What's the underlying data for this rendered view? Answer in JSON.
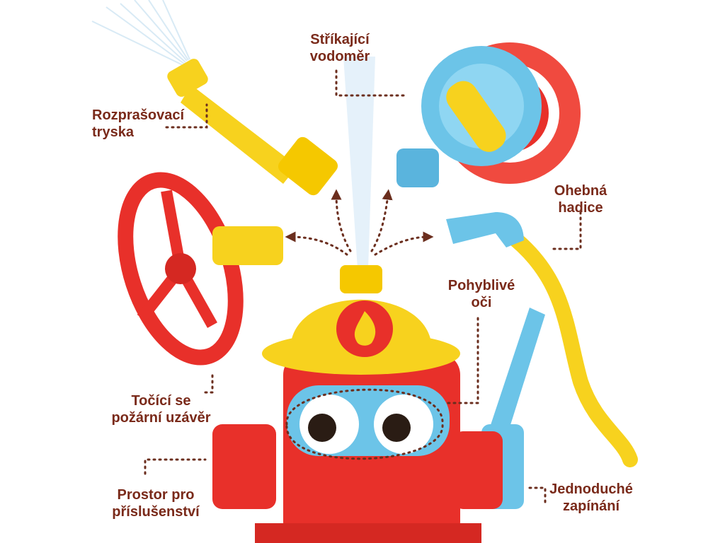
{
  "labels": {
    "sprinkler_meter": {
      "line1": "Stříkající",
      "line2": "vodoměr"
    },
    "spray_nozzle": {
      "line1": "Rozprašovací",
      "line2": "tryska"
    },
    "flexible_hose": {
      "line1": "Ohebná",
      "line2": "hadice"
    },
    "moving_eyes": {
      "line1": "Pohyblivé",
      "line2": "oči"
    },
    "rotating_valve": {
      "line1": "Točící se",
      "line2": "požární uzávěr"
    },
    "accessory_space": {
      "line1": "Prostor pro",
      "line2": "příslušenství"
    },
    "easy_switch": {
      "line1": "Jednoduché",
      "line2": "zapínání"
    }
  },
  "colors": {
    "label_text": "#7a2a1a",
    "hydrant_red": "#e8302a",
    "helmet_yellow": "#f7d21e",
    "toy_blue": "#6cc4e8",
    "dotted_line": "#6b2e1e"
  },
  "icons": [
    "flame-icon",
    "water-spray-icon",
    "arrow-icon"
  ]
}
